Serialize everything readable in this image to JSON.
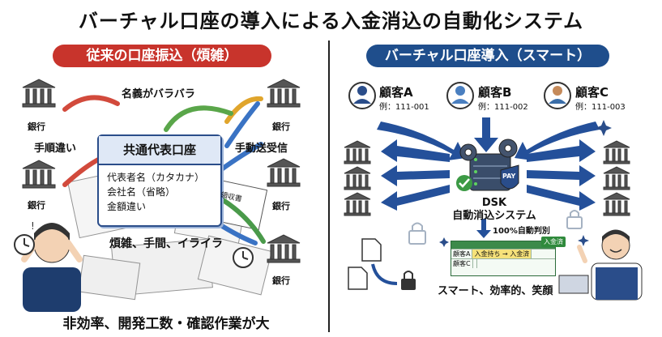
{
  "title": "バーチャル口座の導入による入金消込の自動化システム",
  "left": {
    "header": "従来の口座振込（煩雑）",
    "bank_label": "銀行",
    "note_name_mismatch": "名義がバラバラ",
    "note_manual_diff": "手順違い",
    "note_manual_send": "手動送受信",
    "card_title": "共通代表口座",
    "card_lines": [
      "代表者名（カタカナ）",
      "会社名（省略）",
      "金額違い"
    ],
    "paper_label": "領収書",
    "stress_text": "煩雑、手間、イライラ",
    "bottom": "非効率、開発工数・確認作業が大"
  },
  "right": {
    "header": "バーチャル口座導入（スマート）",
    "customers": [
      {
        "name": "顧客A",
        "example": "例：111-001"
      },
      {
        "name": "顧客B",
        "example": "例：111-002"
      },
      {
        "name": "顧客C",
        "example": "例：111-003"
      }
    ],
    "pay_label": "PAY",
    "system_line1": "DSK",
    "system_line2": "自動消込システム",
    "auto_label": "100%自動判別",
    "badge": "入金済",
    "sheet_rows": [
      {
        "c1": "顧客A",
        "c2": "入金持ち → 入金済"
      },
      {
        "c1": "顧客C",
        "c2": ""
      }
    ],
    "bottom": "スマート、効率的、笑顔"
  },
  "colors": {
    "red": "#c8342c",
    "navy": "#1f4e8c",
    "green": "#3c8a4a"
  }
}
